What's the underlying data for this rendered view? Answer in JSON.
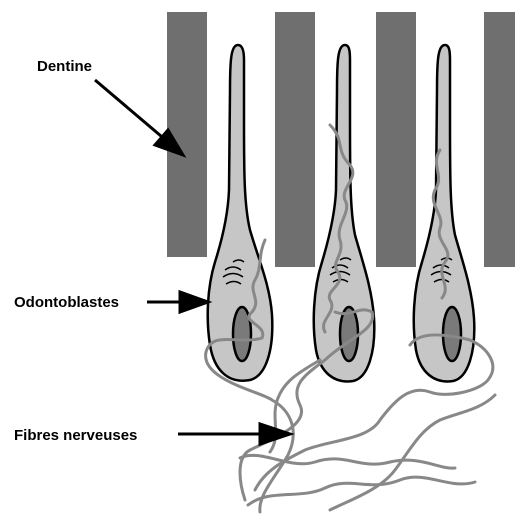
{
  "labels": {
    "dentine": "Dentine",
    "odontoblastes": "Odontoblastes",
    "fibres": "Fibres nerveuses"
  },
  "colors": {
    "dentine_fill": "#6f6f6f",
    "cell_fill": "#c6c6c6",
    "nucleus_fill": "#7a7a7a",
    "nerve_stroke": "#888888",
    "outline": "#000000",
    "background": "#ffffff"
  }
}
